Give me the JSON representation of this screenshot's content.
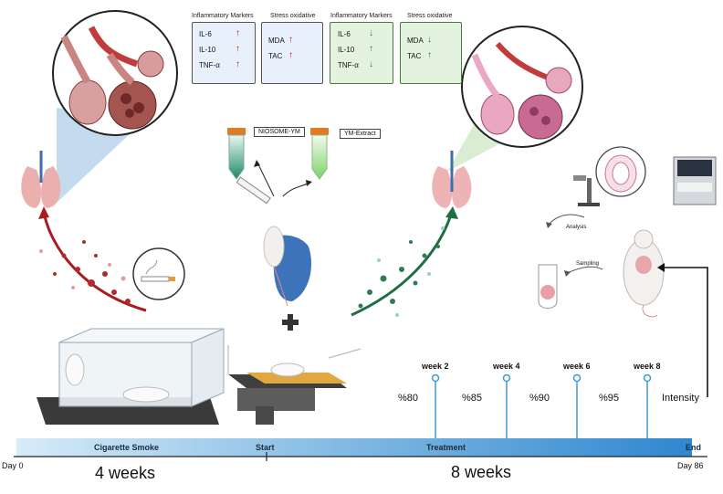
{
  "colors": {
    "red_arrow": "#c0151b",
    "green_arrow": "#1f7a4a",
    "timeline_blue": "#3d8fd0",
    "panel_blue": "#e8f1fb",
    "panel_green": "#e3f3df",
    "lung_pink": "#e8a6a8",
    "lung_pink_light": "#f2b8c8"
  },
  "panels": [
    {
      "heading": "Inflammatory Markers",
      "rows": [
        {
          "label": "IL-6",
          "arrow": "↑"
        },
        {
          "label": "IL-10",
          "arrow": "↑"
        },
        {
          "label": "TNF-α",
          "arrow": "↑"
        }
      ],
      "arrow_color": "#c0151b"
    },
    {
      "heading": "Stress oxidative",
      "rows": [
        {
          "label": "MDA",
          "arrow": "↑"
        },
        {
          "label": "TAC",
          "arrow": "↑"
        }
      ],
      "arrow_color": "#c0151b"
    },
    {
      "heading": "Inflammatory Markers",
      "rows": [
        {
          "label": "IL-6",
          "arrow": "↓"
        },
        {
          "label": "IL-10",
          "arrow": "↑"
        },
        {
          "label": "TNF-α",
          "arrow": "↓"
        }
      ],
      "arrow_color": "#1f7a4a"
    },
    {
      "heading": "Stress oxidative",
      "rows": [
        {
          "label": "MDA",
          "arrow": "↓"
        },
        {
          "label": "TAC",
          "arrow": "↑"
        }
      ],
      "arrow_color": "#1f7a4a"
    }
  ],
  "tubes": {
    "left_label": "NIOSOME-YM",
    "right_label": "YM-Extract"
  },
  "lab": {
    "analysis": "Analysis",
    "sampling": "Sampling"
  },
  "weeks": [
    "week 2",
    "week 4",
    "week 6",
    "week 8"
  ],
  "intensities": [
    "%80",
    "%85",
    "%90",
    "%95",
    "Intensity"
  ],
  "timeline": {
    "cigarette": "Cigarette Smoke",
    "start": "Start",
    "treatment": "Treatment",
    "end": "End",
    "day0": "Day 0",
    "day86": "Day 86",
    "dur1": "4 weeks",
    "dur2": "8 weeks"
  }
}
